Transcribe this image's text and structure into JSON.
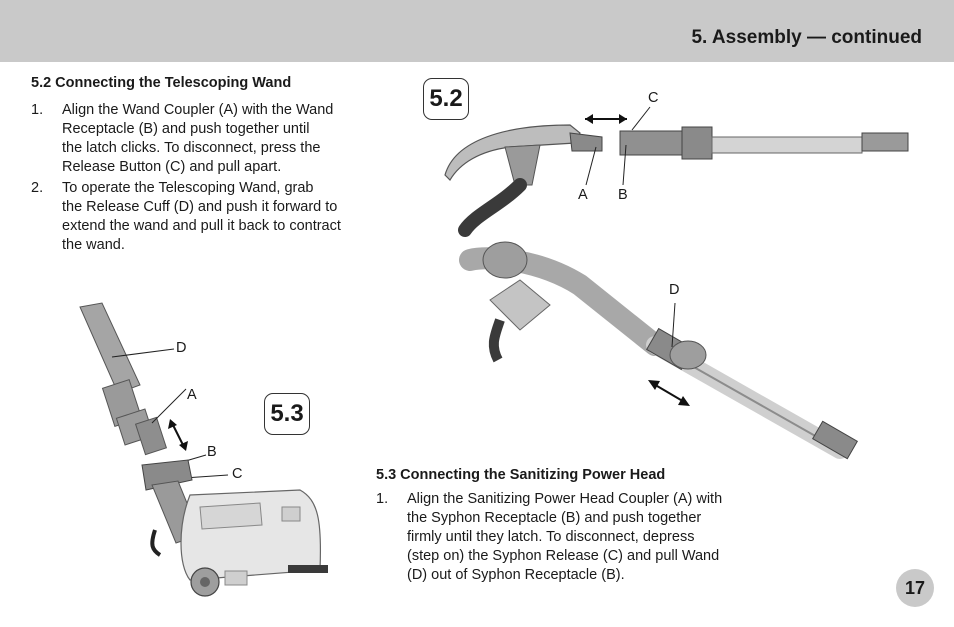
{
  "header": {
    "title": "5. Assembly — continued"
  },
  "section_52": {
    "title": "5.2  Connecting the Telescoping Wand",
    "steps": [
      {
        "num": "1.",
        "text_lines": [
          "Align the Wand Coupler (A) with the Wand",
          "Receptacle (B) and push together until",
          "the latch clicks. To disconnect, press the",
          "Release Button (C) and pull apart."
        ]
      },
      {
        "num": "2.",
        "text_lines": [
          "To operate the Telescoping Wand, grab",
          "the Release Cuff (D) and push it forward to",
          "extend the wand and pull it back to contract",
          "the wand."
        ]
      }
    ]
  },
  "section_53": {
    "title": "5.3  Connecting the Sanitizing Power Head",
    "steps": [
      {
        "num": "1.",
        "text_lines": [
          "Align the Sanitizing Power Head Coupler (A) with",
          "the Syphon Receptacle (B) and push together",
          "firmly until they latch. To disconnect, depress",
          "(step on) the Syphon Release (C) and pull Wand",
          "(D) out of Syphon Receptacle (B)."
        ]
      }
    ]
  },
  "figures": {
    "fig52": {
      "badge": "5.2",
      "labels": {
        "a": "A",
        "b": "B",
        "c": "C",
        "d": "D"
      }
    },
    "fig53": {
      "badge": "5.3",
      "labels": {
        "a": "A",
        "b": "B",
        "c": "C",
        "d": "D"
      }
    }
  },
  "page_number": "17"
}
